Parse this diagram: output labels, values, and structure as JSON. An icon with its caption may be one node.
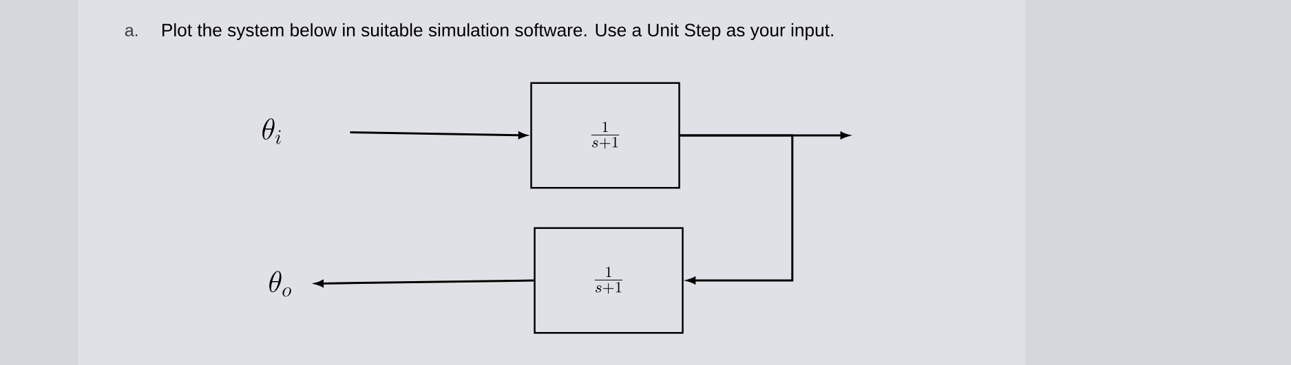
{
  "diagram": {
    "title": "Plot the system below in suitable simulation software. Use a Unit Step as your input.",
    "nodes": [
      {
        "text": [
          "\\theta_i"
        ]
      },
      {
        "text": [
          "\\frac{1}{s+1}"
        ]
      },
      {
        "text": [
          "\\frac{1}{s+1}"
        ]
      },
      {
        "text": [
          "\\theta_o"
        ]
      }
    ],
    "edges": [
      {
        "from": 0,
        "to": 1,
        "arrow": "to"
      },
      {
        "from": 1,
        "to": null,
        "arrow": "to"
      },
      {
        "from": 1,
        "to": 2,
        "arrow": "to"
      },
      {
        "from": 2,
        "to": 3,
        "arrow": "to"
      }
    ],
    "labels": [
      "a."
    ]
  }
}
